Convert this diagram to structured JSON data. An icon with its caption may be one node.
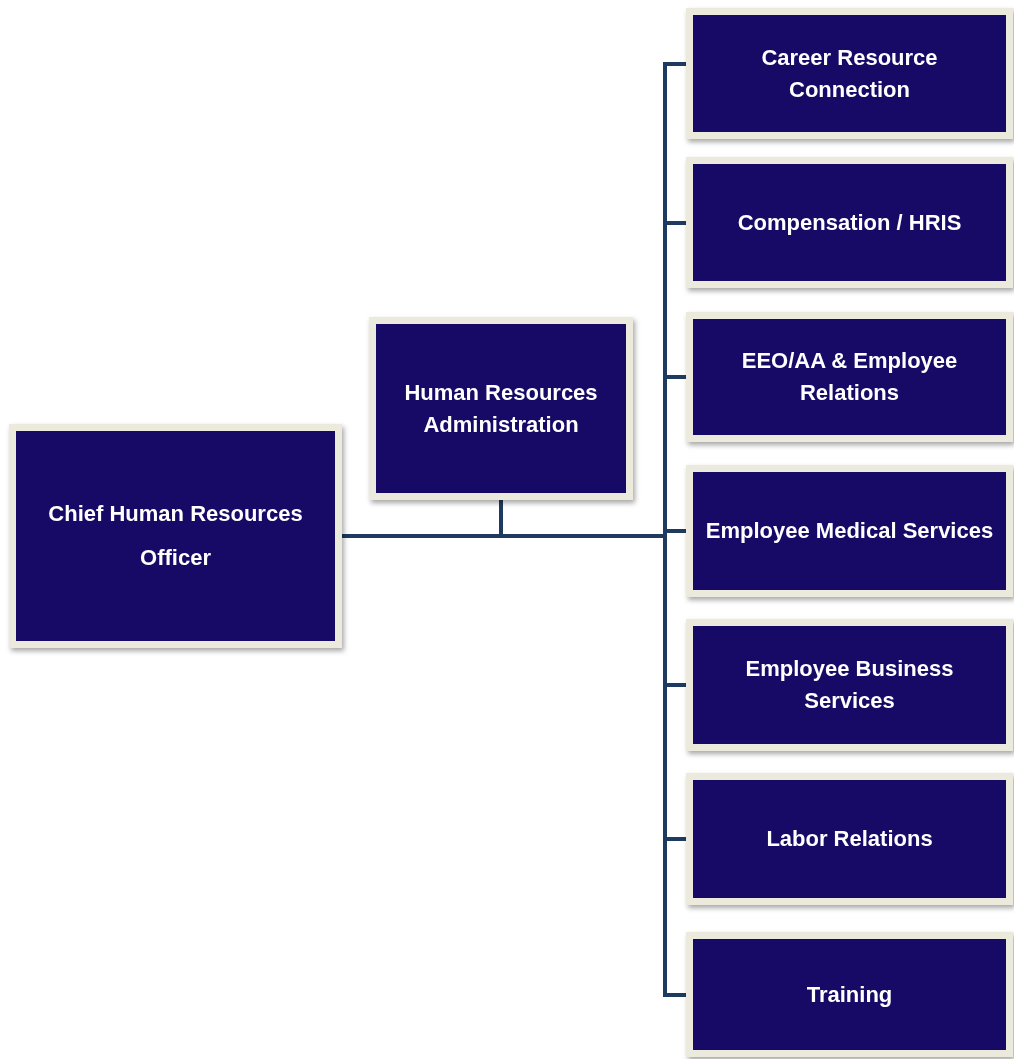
{
  "diagram": {
    "nodes": [
      {
        "text": [
          "Chief Human Resources Officer"
        ]
      },
      {
        "text": [
          "Human Resources Administration"
        ]
      },
      {
        "text": [
          "Career Resource Connection"
        ]
      },
      {
        "text": [
          "Compensation / HRIS"
        ]
      },
      {
        "text": [
          "EEO/AA & Employee Relations"
        ]
      },
      {
        "text": [
          "Employee Medical Services"
        ]
      },
      {
        "text": [
          "Employee Business Services"
        ]
      },
      {
        "text": [
          "Labor Relations"
        ]
      },
      {
        "text": [
          "Training"
        ]
      }
    ],
    "edges": [
      {
        "from": 0,
        "to": 1,
        "arrow": "none"
      },
      {
        "from": 0,
        "to": 2,
        "arrow": "none"
      },
      {
        "from": 0,
        "to": 3,
        "arrow": "none"
      },
      {
        "from": 0,
        "to": 4,
        "arrow": "none"
      },
      {
        "from": 0,
        "to": 5,
        "arrow": "none"
      },
      {
        "from": 0,
        "to": 6,
        "arrow": "none"
      },
      {
        "from": 0,
        "to": 7,
        "arrow": "none"
      },
      {
        "from": 0,
        "to": 8,
        "arrow": "none"
      }
    ]
  }
}
